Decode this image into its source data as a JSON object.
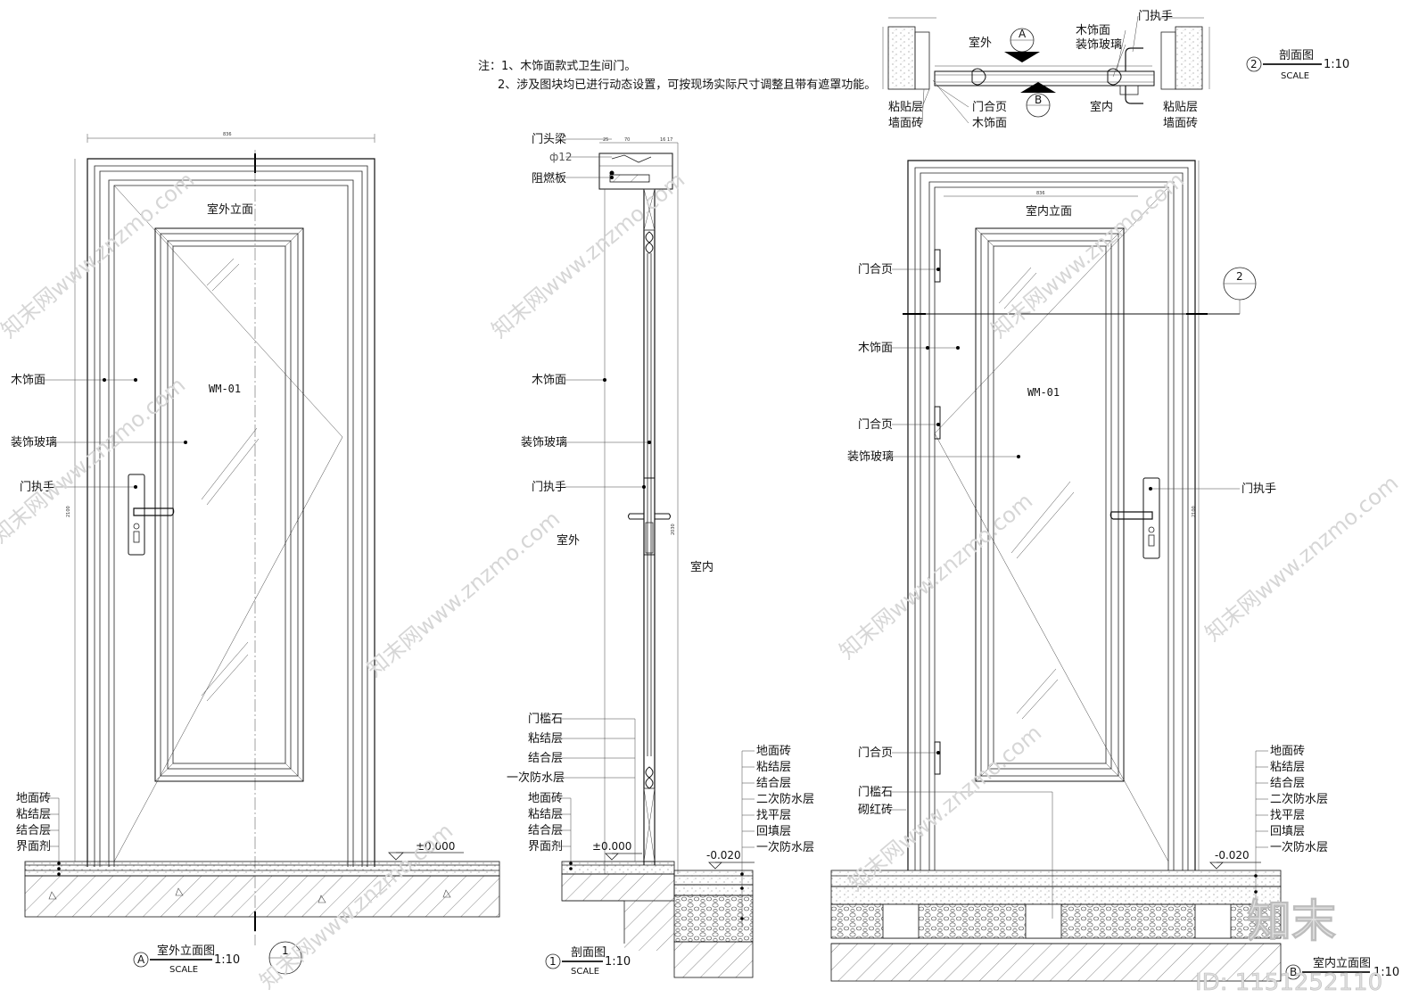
{
  "notes": {
    "line1": "注：1、木饰面款式卫生间门。",
    "line2": "2、涉及图块均已进行动态设置，可按现场实际尺寸调整且带有遮罩功能。"
  },
  "view_a": {
    "title": "室外立面",
    "door_code": "WM-01",
    "labels": [
      "木饰面",
      "装饰玻璃",
      "门执手"
    ],
    "floor_labels": [
      "地面砖",
      "粘结层",
      "结合层",
      "界面剂"
    ],
    "level": "±0.000",
    "caption_letter": "A",
    "caption_title": "室外立面图",
    "caption_scale_word": "SCALE",
    "caption_scale": "1:10",
    "section_marker": "1",
    "dim_width": "836",
    "dim_height": "2100"
  },
  "view_1": {
    "top_labels": [
      "门头梁",
      "ф12",
      "阻燃板"
    ],
    "mid_labels": [
      "木饰面",
      "装饰玻璃",
      "门执手"
    ],
    "outside": "室外",
    "inside": "室内",
    "sill_labels": [
      "门槛石",
      "粘结层",
      "结合层",
      "一次防水层"
    ],
    "floor_labels_left": [
      "地面砖",
      "粘结层",
      "结合层",
      "界面剂"
    ],
    "floor_labels_right": [
      "地面砖",
      "粘结层",
      "结合层",
      "二次防水层",
      "找平层",
      "回填层",
      "一次防水层"
    ],
    "level_left": "±0.000",
    "level_right": "-0.020",
    "caption_number": "1",
    "caption_title": "剖面图",
    "caption_scale_word": "SCALE",
    "caption_scale": "1:10",
    "dim_height": "2030"
  },
  "view_2": {
    "labels_top": [
      "木饰面",
      "装饰玻璃",
      "门执手"
    ],
    "outside": "室外",
    "inside": "室内",
    "labels_bottom": [
      "门合页",
      "木饰面"
    ],
    "left_labels": [
      "粘贴层",
      "墙面砖"
    ],
    "right_labels": [
      "粘贴层",
      "墙面砖"
    ],
    "marker_a": "A",
    "marker_b": "B",
    "caption_number": "2",
    "caption_title": "剖面图",
    "caption_scale_word": "SCALE",
    "caption_scale": "1:10"
  },
  "view_b": {
    "title": "室内立面",
    "door_code": "WM-01",
    "labels_left": [
      "门合页",
      "木饰面",
      "门合页",
      "装饰玻璃",
      "门合页",
      "门槛石",
      "砌红砖"
    ],
    "label_right": "门执手",
    "floor_labels": [
      "地面砖",
      "粘结层",
      "结合层",
      "二次防水层",
      "找平层",
      "回填层",
      "一次防水层"
    ],
    "level": "-0.020",
    "section_marker": "2",
    "caption_letter": "B",
    "caption_title": "室内立面图",
    "caption_scale": "1:10",
    "dim_width": "836",
    "dim_height": "2100"
  },
  "brand": {
    "logo": "知末",
    "id": "ID: 1151252110",
    "watermark": "知末网www.znzmo.com"
  }
}
